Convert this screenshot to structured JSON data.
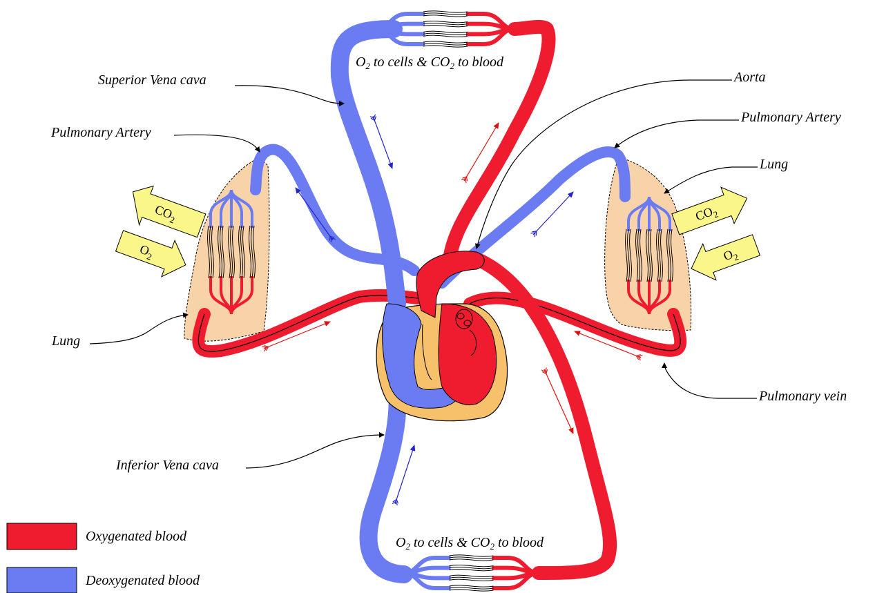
{
  "colors": {
    "oxygenated": "#ee1c2e",
    "deoxygenated": "#6b7cf2",
    "lung_fill": "#f8d2a8",
    "heart_fill": "#f7c06a",
    "gas_arrow": "#fbf68a",
    "flow_red": "#e01010",
    "flow_blue": "#2424c8"
  },
  "labels": {
    "superior_vena_cava": "Superior Vena cava",
    "aorta": "Aorta",
    "pulmonary_artery_left": "Pulmonary Artery",
    "pulmonary_artery_right": "Pulmonary Artery",
    "lung_left": "Lung",
    "lung_right": "Lung",
    "pulmonary_vein": "Pulmonary vein",
    "inferior_vena_cava": "Inferior Vena cava",
    "capillary_top": {
      "a": "O",
      "a_sub": "2",
      "b": " to cells & CO",
      "b_sub": "2",
      "c": " to blood"
    },
    "capillary_bottom": {
      "a": "O",
      "a_sub": "2",
      "b": " to cells & CO",
      "b_sub": "2",
      "c": " to blood"
    }
  },
  "gas_arrows": {
    "left_co2": {
      "text": "CO",
      "sub": "2"
    },
    "left_o2": {
      "text": "O",
      "sub": "2"
    },
    "right_co2": {
      "text": "CO",
      "sub": "2"
    },
    "right_o2": {
      "text": "O",
      "sub": "2"
    }
  },
  "legend": {
    "oxygenated": "Oxygenated blood",
    "deoxygenated": "Deoxygenated blood"
  },
  "icons": [
    "flow-arrow-icon",
    "gas-exchange-arrow-icon"
  ]
}
